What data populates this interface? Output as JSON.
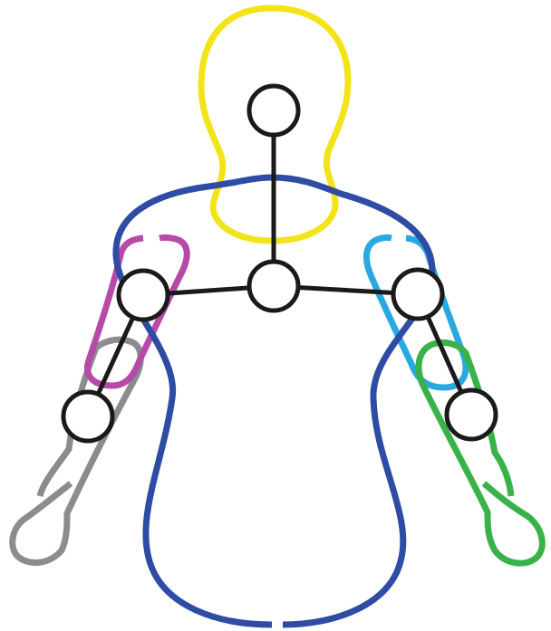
{
  "colors": {
    "head": "#f2e419",
    "torso": "#2e4ca3",
    "left_upper_arm": "#b64aa6",
    "left_forearm": "#8c8c8c",
    "right_upper_arm": "#2aa8e0",
    "right_forearm": "#39b24a",
    "skeleton": "#1a1a1a",
    "joint_fill": "#ffffff",
    "background": "#ffffff"
  },
  "parts": [
    "head",
    "torso",
    "left-upper-arm",
    "left-forearm",
    "right-upper-arm",
    "right-forearm"
  ],
  "joints": [
    "head",
    "neck",
    "left-shoulder",
    "left-elbow",
    "right-shoulder",
    "right-elbow"
  ]
}
